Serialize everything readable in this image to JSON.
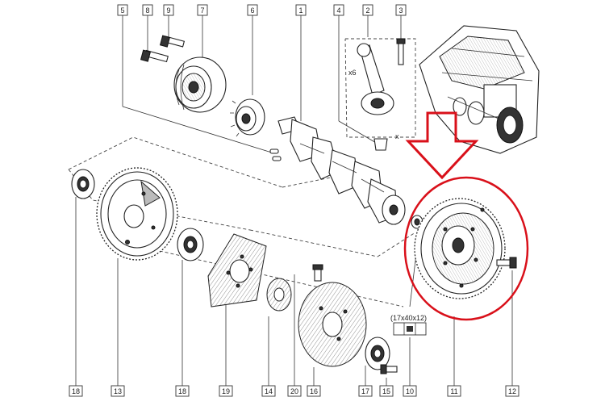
{
  "callouts": [
    {
      "id": "c1",
      "text": "1"
    },
    {
      "id": "c2",
      "text": "2"
    },
    {
      "id": "c3",
      "text": "3"
    },
    {
      "id": "c4",
      "text": "4"
    },
    {
      "id": "c5",
      "text": "5"
    },
    {
      "id": "c6",
      "text": "6"
    },
    {
      "id": "c7",
      "text": "7"
    },
    {
      "id": "c8",
      "text": "8"
    },
    {
      "id": "c9",
      "text": "9"
    },
    {
      "id": "c10",
      "text": "10"
    },
    {
      "id": "c11",
      "text": "11"
    },
    {
      "id": "c12",
      "text": "12"
    },
    {
      "id": "c13",
      "text": "13"
    },
    {
      "id": "c14",
      "text": "14"
    },
    {
      "id": "c15",
      "text": "15"
    },
    {
      "id": "c16",
      "text": "16"
    },
    {
      "id": "c17",
      "text": "17"
    },
    {
      "id": "c18a",
      "text": "18"
    },
    {
      "id": "c18b",
      "text": "18"
    },
    {
      "id": "c19",
      "text": "19"
    },
    {
      "id": "c20",
      "text": "20"
    }
  ],
  "annotations": {
    "qty": "x6",
    "cross": "x",
    "washer_spec": "(17x40x12)"
  },
  "colors": {
    "highlight": "#d9101a",
    "line": "#222222"
  }
}
